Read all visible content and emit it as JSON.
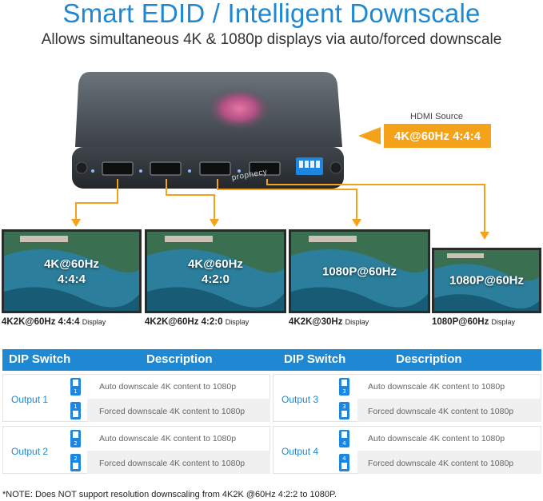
{
  "title": "Smart EDID / Intelligent Downscale",
  "subtitle": "Allows simultaneous 4K & 1080p displays via auto/forced downscale",
  "device": {
    "brand": "prophecy"
  },
  "hdmi_source": {
    "label": "HDMI Source",
    "value": "4K@60Hz 4:4:4"
  },
  "displays": [
    {
      "overlay": "4K@60Hz\n4:4:4",
      "caption": "4K2K@60Hz 4:4:4",
      "caption_suffix": "Display"
    },
    {
      "overlay": "4K@60Hz\n4:2:0",
      "caption": "4K2K@60Hz 4:2:0",
      "caption_suffix": "Display"
    },
    {
      "overlay": "1080P@60Hz",
      "caption": "4K2K@30Hz",
      "caption_suffix": "Display"
    },
    {
      "overlay": "1080P@60Hz",
      "caption": "1080P@60Hz",
      "caption_suffix": "Display"
    }
  ],
  "table": {
    "headers": [
      "DIP Switch",
      "Description",
      "DIP Switch",
      "Description"
    ],
    "outputs": [
      {
        "label": "Output 1",
        "switch": "1",
        "rows": [
          "Auto downscale 4K content to 1080p",
          "Forced downscale 4K content to 1080p"
        ]
      },
      {
        "label": "Output 2",
        "switch": "2",
        "rows": [
          "Auto downscale 4K content to 1080p",
          "Forced downscale 4K content to 1080p"
        ]
      },
      {
        "label": "Output 3",
        "switch": "3",
        "rows": [
          "Auto downscale 4K content to 1080p",
          "Forced downscale 4K content to 1080p"
        ]
      },
      {
        "label": "Output 4",
        "switch": "4",
        "rows": [
          "Auto downscale 4K content to 1080p",
          "Forced downscale 4K content to 1080p"
        ]
      }
    ]
  },
  "note": "*NOTE: Does NOT support resolution downscaling from 4K2K @60Hz 4:2:2 to 1080P.",
  "colors": {
    "accent": "#1e88d2",
    "source_box": "#f4a21a",
    "arrow": "#f4a21a"
  }
}
